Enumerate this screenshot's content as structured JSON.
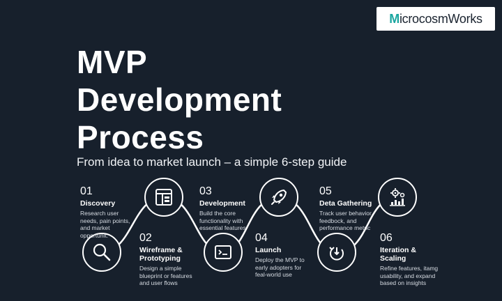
{
  "brand": {
    "logo_first": "M",
    "logo_rest": "icrocosmWorks"
  },
  "title_lines": [
    "MVP",
    "Development",
    "Process"
  ],
  "subtitle": "From idea to market launch – a simple 6-step guide",
  "steps": [
    {
      "num": "01",
      "name": "Discovery",
      "desc": "Research user needs, pain points, and market opportunit.",
      "icon": "search-icon"
    },
    {
      "num": "02",
      "name": "Wireframe & Prototyping",
      "desc": "Design a simple blueprint or features and user flows",
      "icon": "wireframe-icon"
    },
    {
      "num": "03",
      "name": "Development",
      "desc": "Build the core functionality with essential features",
      "icon": "code-icon"
    },
    {
      "num": "04",
      "name": "Launch",
      "desc": "Deploy the MVP to early adopters for feal-world use",
      "icon": "rocket-icon"
    },
    {
      "num": "05",
      "name": "Deta Gathering",
      "desc": "Track user behavior, feedbock, and performance metric",
      "icon": "feedback-loop-icon"
    },
    {
      "num": "06",
      "name": "Iteration & Scaling",
      "desc": "Refine features, itamg usability, and expand based on insights",
      "icon": "settings-chart-icon"
    }
  ],
  "colors": {
    "background": "#17202c",
    "accent": "#1aa6a0",
    "line": "#ffffff"
  }
}
